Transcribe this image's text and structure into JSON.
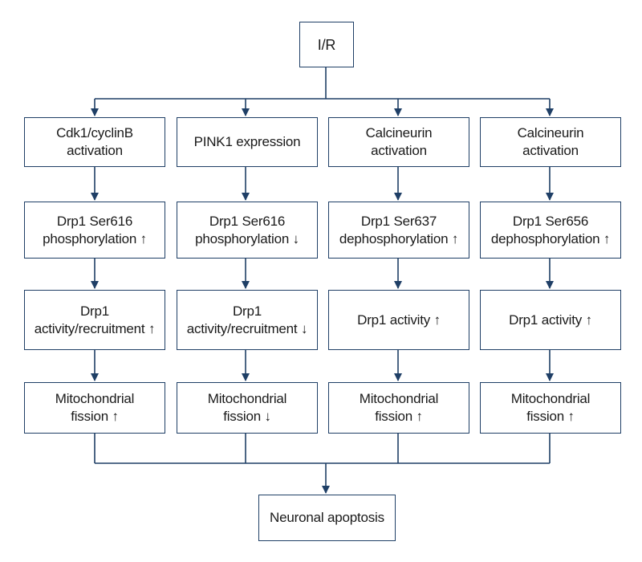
{
  "root": {
    "label": "I/R"
  },
  "columns": [
    {
      "trigger": "Cdk1/cyclinB\nactivation",
      "phospho": "Drp1 Ser616\nphosphorylation ↑",
      "activity": "Drp1\nactivity/recruitment ↑",
      "fission": "Mitochondrial\nfission ↑"
    },
    {
      "trigger": "PINK1 expression",
      "phospho": "Drp1 Ser616\nphosphorylation ↓",
      "activity": "Drp1\nactivity/recruitment ↓",
      "fission": "Mitochondrial\nfission ↓"
    },
    {
      "trigger": "Calcineurin\nactivation",
      "phospho": "Drp1 Ser637\ndephosphorylation ↑",
      "activity": "Drp1 activity  ↑",
      "fission": "Mitochondrial\nfission ↑"
    },
    {
      "trigger": "Calcineurin\nactivation",
      "phospho": "Drp1 Ser656\ndephosphorylation ↑",
      "activity": "Drp1 activity  ↑",
      "fission": "Mitochondrial\nfission ↑"
    }
  ],
  "outcome": {
    "label": "Neuronal apoptosis"
  },
  "colors": {
    "line": "#1f3f66",
    "box_border": "#1f3f66"
  }
}
